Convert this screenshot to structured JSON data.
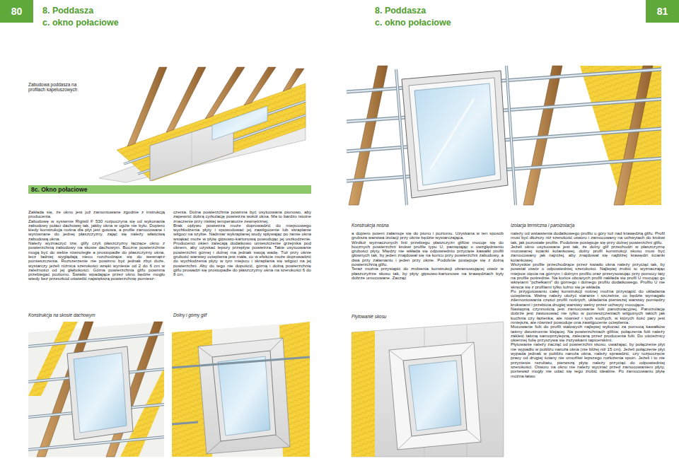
{
  "diagram": {
    "nodes": [
      {
        "text": [
          "80"
        ]
      },
      {
        "text": [
          "81"
        ]
      },
      {
        "text": [
          "8c. Okno połaciowe"
        ]
      }
    ],
    "labels": [
      "8. Poddasza",
      "c. okno połaciowe",
      "8. Poddasza",
      "c. okno połaciowe",
      "Zabudowa poddasza na profilach kapeluszowych",
      "Zakłada się, że okno jest już zamontowane zgodnie z instrukcją producenta.",
      "Zabudowę w systemie Rigistil F 530 rozpoczyna się od wykonania zabudowy połaci dachowej tak, jakby okna w ogóle nie było. Dopiero kiedy konstrukcja nośna dla płyt jest gotowa, a profile zamocowane i wyrównane do jednej płaszczyzny, zająć się należy właściwą zabudową okna.",
      "Należy wyznaczyć tzw. glify czyli płaszczyzny łączące okno z powierzchnią zabudowy na skosie dachowym. Boczne powierzchnie mogą być do siebie równoległe a prostopadłe do płaszczyzny okna, lecz ładniej wyglądają nieco rozchodzące się do wewnątrz pomieszczenia. Rozszerzenie nie powinno być jednak zbyt duże, wystarczy jeżeli różnica szerokości wnęki wyniesie od 2 do 6 cm w zależności od jej głębokości. Górna powierzchnia glifu powinna przebiegać poziomo. Światło wpadające przez okno będzie mogło wtedy bez przeszkód oświetlić największą powierzchnię pomiesz-",
      "Konstrukcja na skosie dachowym",
      "czenia. Dolna powierzchnia powinna być usytuowana pionowo, aby zapewnić dobrą cyrkulację powietrza wokół okna. Ma to bardzo istotne znaczenie przy niskiej temperaturze zewnętrznej.",
      "Brak opływu powietrza może doprowadzić do miejscowego wychłodzenia płyty i spowodować jej zawilgocenie lub skraplanie wilgoci na szybie. Nadmiar wykraplanej wody spływając po ramie okna wsiąkać może w płytę gipsowo-kartonową powodując jej uszkodzenie. Producenci okien zalecają dodatkowo umieszczenie grzejnika pod oknem, aby uzyskać lepszy przepływ powietrza. Takie usytuowanie powierzchni górnej i dolnej ma jednak swoją wadę. Tuż przy oknie grubość warstwy ocieplenia jest mała, co w efekcie może doprowadzić do wychłodzenia płyty w tym miejscu i skraplania się wilgoci na jej powierzchni. Aby do tego nie dopuścić, górną i dolną powierzchnię glifu prowadzi się prostopadle do płaszczyzny okna na szerokości 6 do 8 cm,",
      "Dolny i górny glif",
      "Konstrukcja nośna",
      "a dopiero potem załamuje się do pionu i poziomu. Uzyskana w ten sposób grubsza warstwa izolacji przy oknie będzie wystarczająca.",
      "Wzdłuż wyznaczonych linii przebiegu płaszczyzn glifów mocuje się do bocznych powierzchni krokwi profile typu U, pamiętając o uwzględnieniu grubości płyty. Między nie wkłada się odpowiednio przycięte kawałki profili głównych tak, by jeden znajdował się na końcu przy powierzchni zabudowy, a dwa przy załamaniu i jeden przy oknie. Podobnie postępuje się z dolną powierzchnią glifu.",
      "Teraz można przystąpić do zrobienia konstrukcji obramowującej otwór w płaszczyźnie skosu tak, by płyty gipsowo-kartonowe na krawędziach były dobrze umocowane. Zacząć",
      "Płytowanie skosu",
      "Izolacja termiczna i paroizolacja",
      "należy od wstawienia dodatkowego profilu u góry tuż nad krawędzią glifu. Profil musi być dłuższy niż szerokość otworu i zamocowany na uchwytach do krokwi tak, jak pozostałe profile. Podobnie postępuje się przy dolnej powierzchni glifu.",
      "Jeżeli okno usytuowane jest tak, że dolny glif przechodzi w płaszczyznę murowanej ścianki kolankowej, dolny profil konstrukcji skosu musi być zamocowany jak najniżej, aby znajdował się najbliżej krawędzi ścianki kolankowej.",
      "Wszystkie profile przechodzące przez światło okna należy przyciąć tak, by powstał otwór o odpowiedniej szerokości. Najlepiej zrobić to wyznaczając miejsce cięcia na górnym i dolnym profilu oraz przerysowując przy pomocy łaty na profile pośrednie. Na końce obciętych profili nakłada się profil U mocując go wkrętami \"pchełkami\" do górnego i dolnego profilu dodatkowego. Profilu U nie skręca się z profilami tylko luźno się je wkłada.",
      "Po przygotowaniu całej konstrukcji nośnej można przystąpić do układania ocieplenia. Wełnę należy ułożyć staranie i szczelnie, co będzie wymagało zdemontowania części profili nośnych, układania pierwszej warstwy pomiędzy krokwiami i przebicia drugiej warstwy wełny przez uchwyty mocujące.",
      "Następną czynnością jest zamocowanie folii paroizolacyjnej. Paroizolację dobrze jest zastosować nie tylko w pomieszczeniach wilgotnych takich jak kuchnia czy łazienka, ale również i tych suchych, w których ilość pary jest mniejsza, ale również powoduje ona zawilgocenie ocieplenia.",
      "Mocowanie folii do profili stalowych najlepiej wykonać za pomocą kawałków taśmy dwustronnie klejącej. Na powierzchniach glifów, połączenia folii należy zakleić taśmą samoprzylepną, zalecaną przez producenta folii. Do ościeżnicy okiennej folię przyszywa się zszywkami tapicerskimi.",
      "Płytowanie należy zacząć od powierzchni skosu, uważając, by połączenie płyt nie wypadło w pobliżu naroża okna (nie bliżej niż 15 cm). Jeżeli połączenie płyt wypada jednak w pobliżu naroża okna, należy sprawdzić, czy rozpoczęcie pracy od drugiej ściany nie umożliwi lepszego rozłożenia spoin. Jeżeli i to nie przyniesie rezultatu, pierwszą płytę należy przyciąć do odpowiedniej szerokości. Otworu na okno nie należy wycinać przed zamocowaniem płyty, ponieważ mogły nie udać się tego zrobić idealnie. Po zamocowaniu płytę można łatwo"
    ]
  }
}
